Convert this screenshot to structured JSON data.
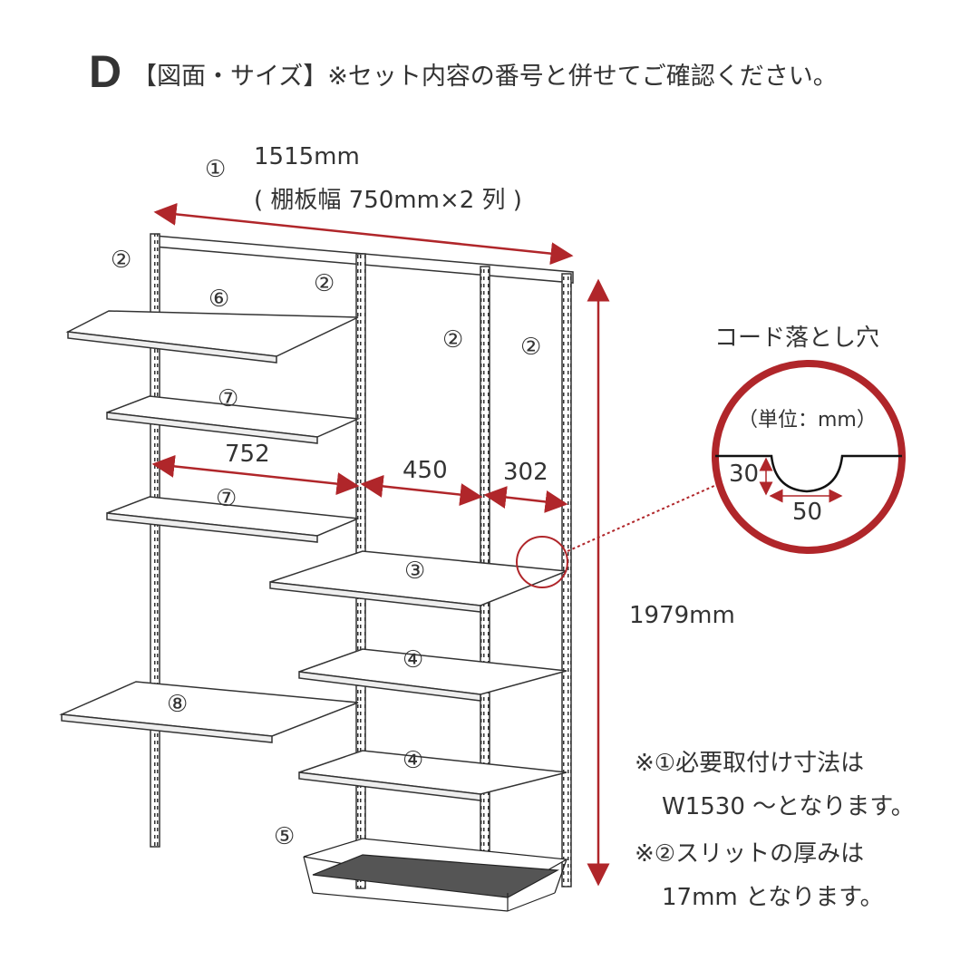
{
  "header": {
    "letter": "D",
    "title": "【図面・サイズ】※セット内容の番号と併せてご確認ください。"
  },
  "dimensions": {
    "width_number": "①",
    "width_value": "1515mm",
    "width_detail": "( 棚板幅 750mm×2 列 )",
    "height_value": "1979mm",
    "span_1": "752",
    "span_2": "450",
    "span_3": "302"
  },
  "part_labels": {
    "upright_a": "②",
    "upright_b": "②",
    "upright_c": "②",
    "upright_d": "②",
    "shelf_6": "⑥",
    "shelf_7a": "⑦",
    "shelf_7b": "⑦",
    "shelf_3": "③",
    "shelf_4a": "④",
    "shelf_8": "⑧",
    "shelf_4b": "④",
    "basket_5": "⑤"
  },
  "detail": {
    "title": "コード落とし穴",
    "unit": "（単位：mm）",
    "depth": "30",
    "width": "50"
  },
  "notes": [
    "※①必要取付け寸法は",
    "W1530 ～となります。",
    "※②スリットの厚みは",
    "17mm となります。"
  ],
  "colors": {
    "accent": "#b0262a",
    "line": "#333333"
  }
}
